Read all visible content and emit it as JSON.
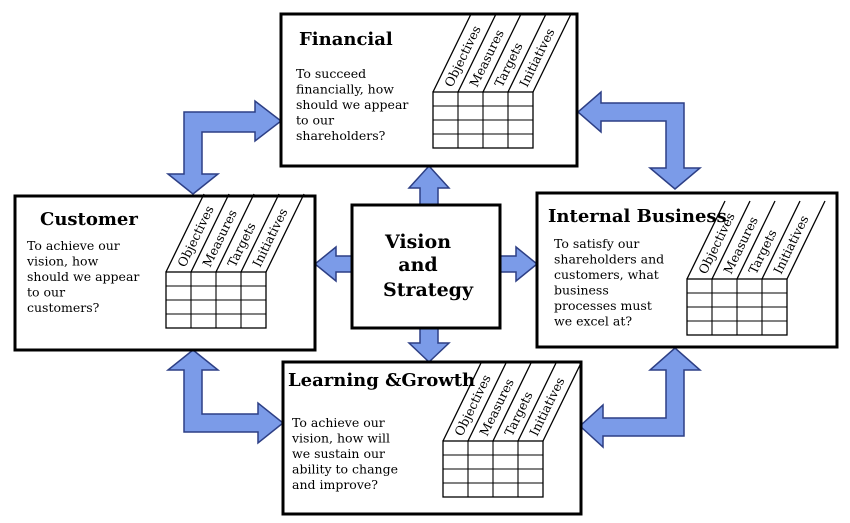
{
  "center": {
    "lines": [
      "Vision",
      "and",
      "Strategy"
    ]
  },
  "columns": [
    "Objectives",
    "Measures",
    "Targets",
    "Initiatives"
  ],
  "perspectives": {
    "financial": {
      "title": "Financial",
      "question": [
        "To succeed",
        "financially, how",
        "should we appear",
        "to our",
        "shareholders?"
      ]
    },
    "customer": {
      "title": "Customer",
      "question": [
        "To achieve our",
        "vision, how",
        "should we appear",
        "to our",
        "customers?"
      ]
    },
    "internal": {
      "title": "Internal Business",
      "question": [
        "To satisfy our",
        "shareholders and",
        "customers, what",
        "business",
        "processes must",
        "we excel at?"
      ]
    },
    "learning": {
      "title": "Learning &Growth",
      "question": [
        "To achieve our",
        "vision, how will",
        "we sustain our",
        "ability to change",
        "and improve?"
      ]
    }
  },
  "colors": {
    "arrow_fill": "#7b9be8",
    "arrow_stroke": "#2d3f85",
    "border": "#000000"
  }
}
